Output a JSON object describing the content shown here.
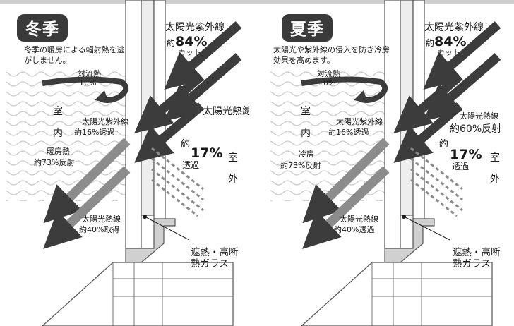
{
  "panels": [
    {
      "season": "冬季",
      "description": "冬季の暖房による輻射熱を逃がしません。",
      "convection_label": "対流熱",
      "convection_pct": "10%",
      "uv_title": "太陽光紫外線",
      "uv_prefix": "約",
      "uv_pct": "84%",
      "uv_cut": "カット",
      "solar_heat_title": "太陽光熱線",
      "room_1": "室",
      "room_2": "内",
      "uv_in_title": "太陽光紫外線",
      "uv_in_value": "約16%透過",
      "indoor_heat_title": "暖房熱",
      "indoor_heat_value": "約73%反射",
      "transmit_prefix": "約",
      "transmit_pct": "17%",
      "transmit_label": "透過",
      "outdoor_1": "室",
      "outdoor_2": "外",
      "bottom_title": "太陽光熱線",
      "bottom_value": "約40%取得",
      "glass_label": "遮熱・高断熱ガラス",
      "heat_reflect_title": "",
      "heat_reflect_value": ""
    },
    {
      "season": "夏季",
      "description": "太陽光や紫外線の侵入を防ぎ冷房効果を高めます。",
      "convection_label": "対流熱",
      "convection_pct": "10%",
      "uv_title": "太陽光紫外線",
      "uv_prefix": "約",
      "uv_pct": "84%",
      "uv_cut": "カット",
      "solar_heat_title": "",
      "room_1": "室",
      "room_2": "内",
      "uv_in_title": "太陽光紫外線",
      "uv_in_value": "約16%透過",
      "indoor_heat_title": "冷房",
      "indoor_heat_value": "約73%反射",
      "transmit_prefix": "約",
      "transmit_pct": "17%",
      "transmit_label": "透過",
      "outdoor_1": "室",
      "outdoor_2": "外",
      "bottom_title": "太陽光熱線",
      "bottom_value": "約40%透過",
      "glass_label": "遮熱・高断熱ガラス",
      "heat_reflect_title": "太陽光熱線",
      "heat_reflect_value": "約60%反射"
    }
  ]
}
